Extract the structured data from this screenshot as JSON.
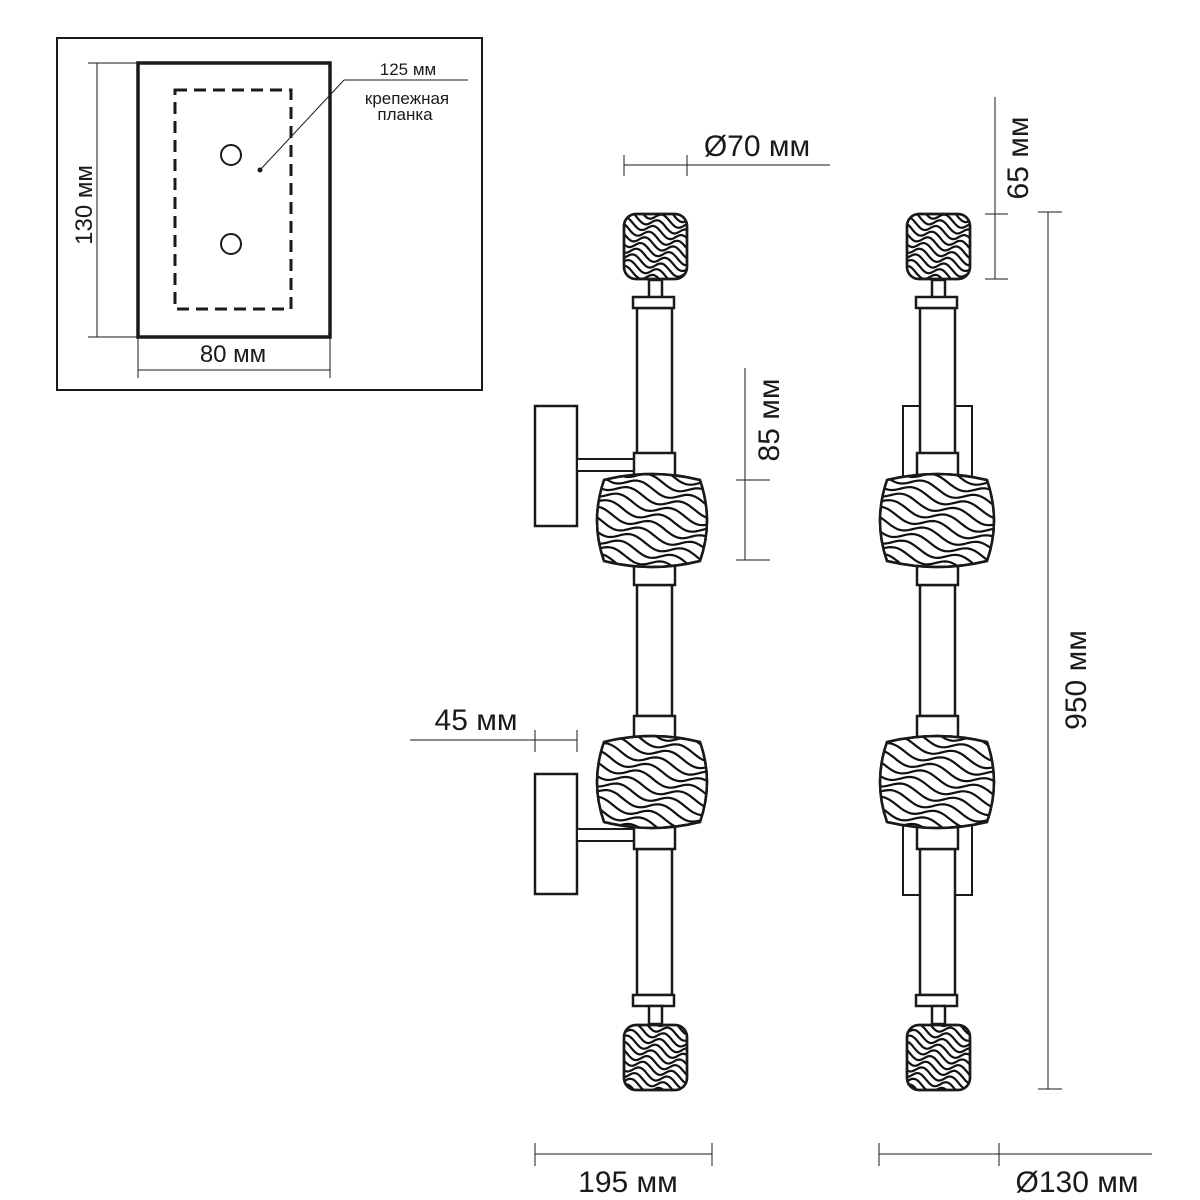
{
  "mount_plate": {
    "height_label": "130 мм",
    "width_label": "80 мм",
    "spacing_label": "125 мм",
    "bracket_label_line1": "крепежная",
    "bracket_label_line2": "планка"
  },
  "front_view": {
    "shade_diameter_label": "Ø70 мм",
    "center_shade_label": "85 мм",
    "arm_length_label": "45 мм",
    "depth_label": "195 мм"
  },
  "side_view": {
    "end_shade_label": "65 мм",
    "total_length_label": "950 мм",
    "base_diameter_label": "Ø130 мм"
  }
}
